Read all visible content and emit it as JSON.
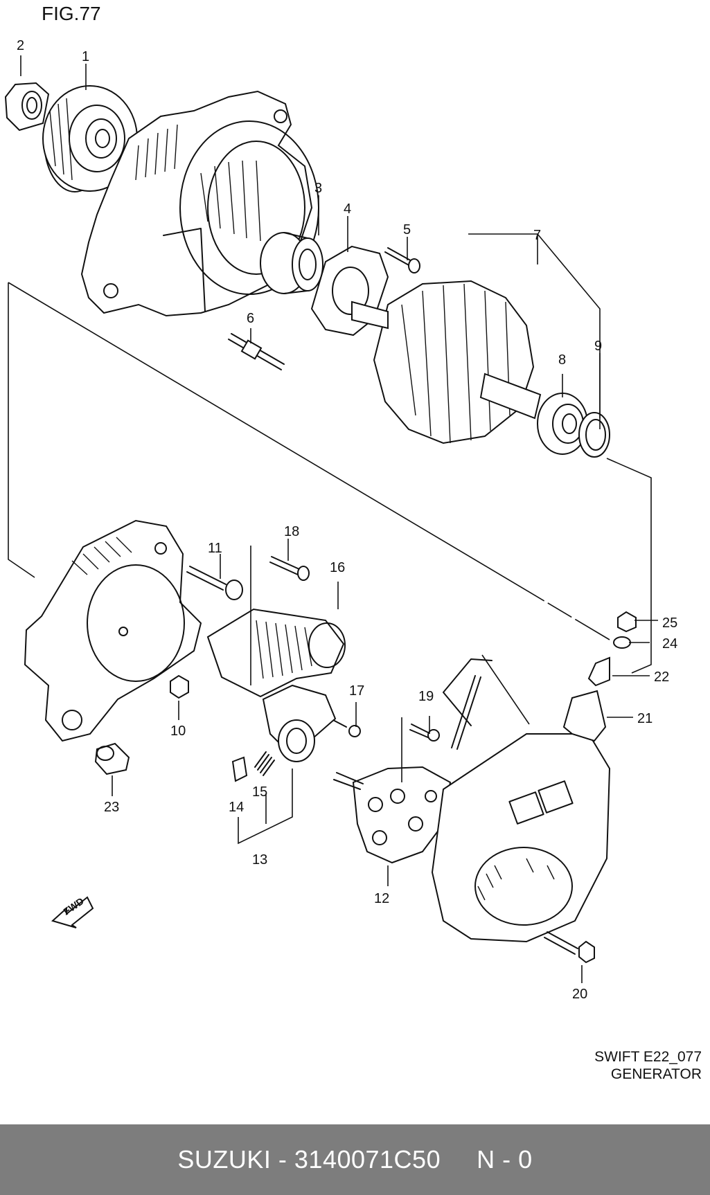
{
  "figure": {
    "title": "FIG.77"
  },
  "callouts": [
    "1",
    "2",
    "3",
    "4",
    "5",
    "6",
    "7",
    "8",
    "9",
    "10",
    "11",
    "12",
    "13",
    "14",
    "15",
    "16",
    "17",
    "18",
    "19",
    "20",
    "21",
    "22",
    "23",
    "24",
    "25"
  ],
  "fwd_label": "FWD",
  "caption": {
    "model": "SWIFT E22_077",
    "name": "GENERATOR"
  },
  "footer": {
    "brand_part": "SUZUKI - 3140071C50",
    "code": "N - 0"
  }
}
